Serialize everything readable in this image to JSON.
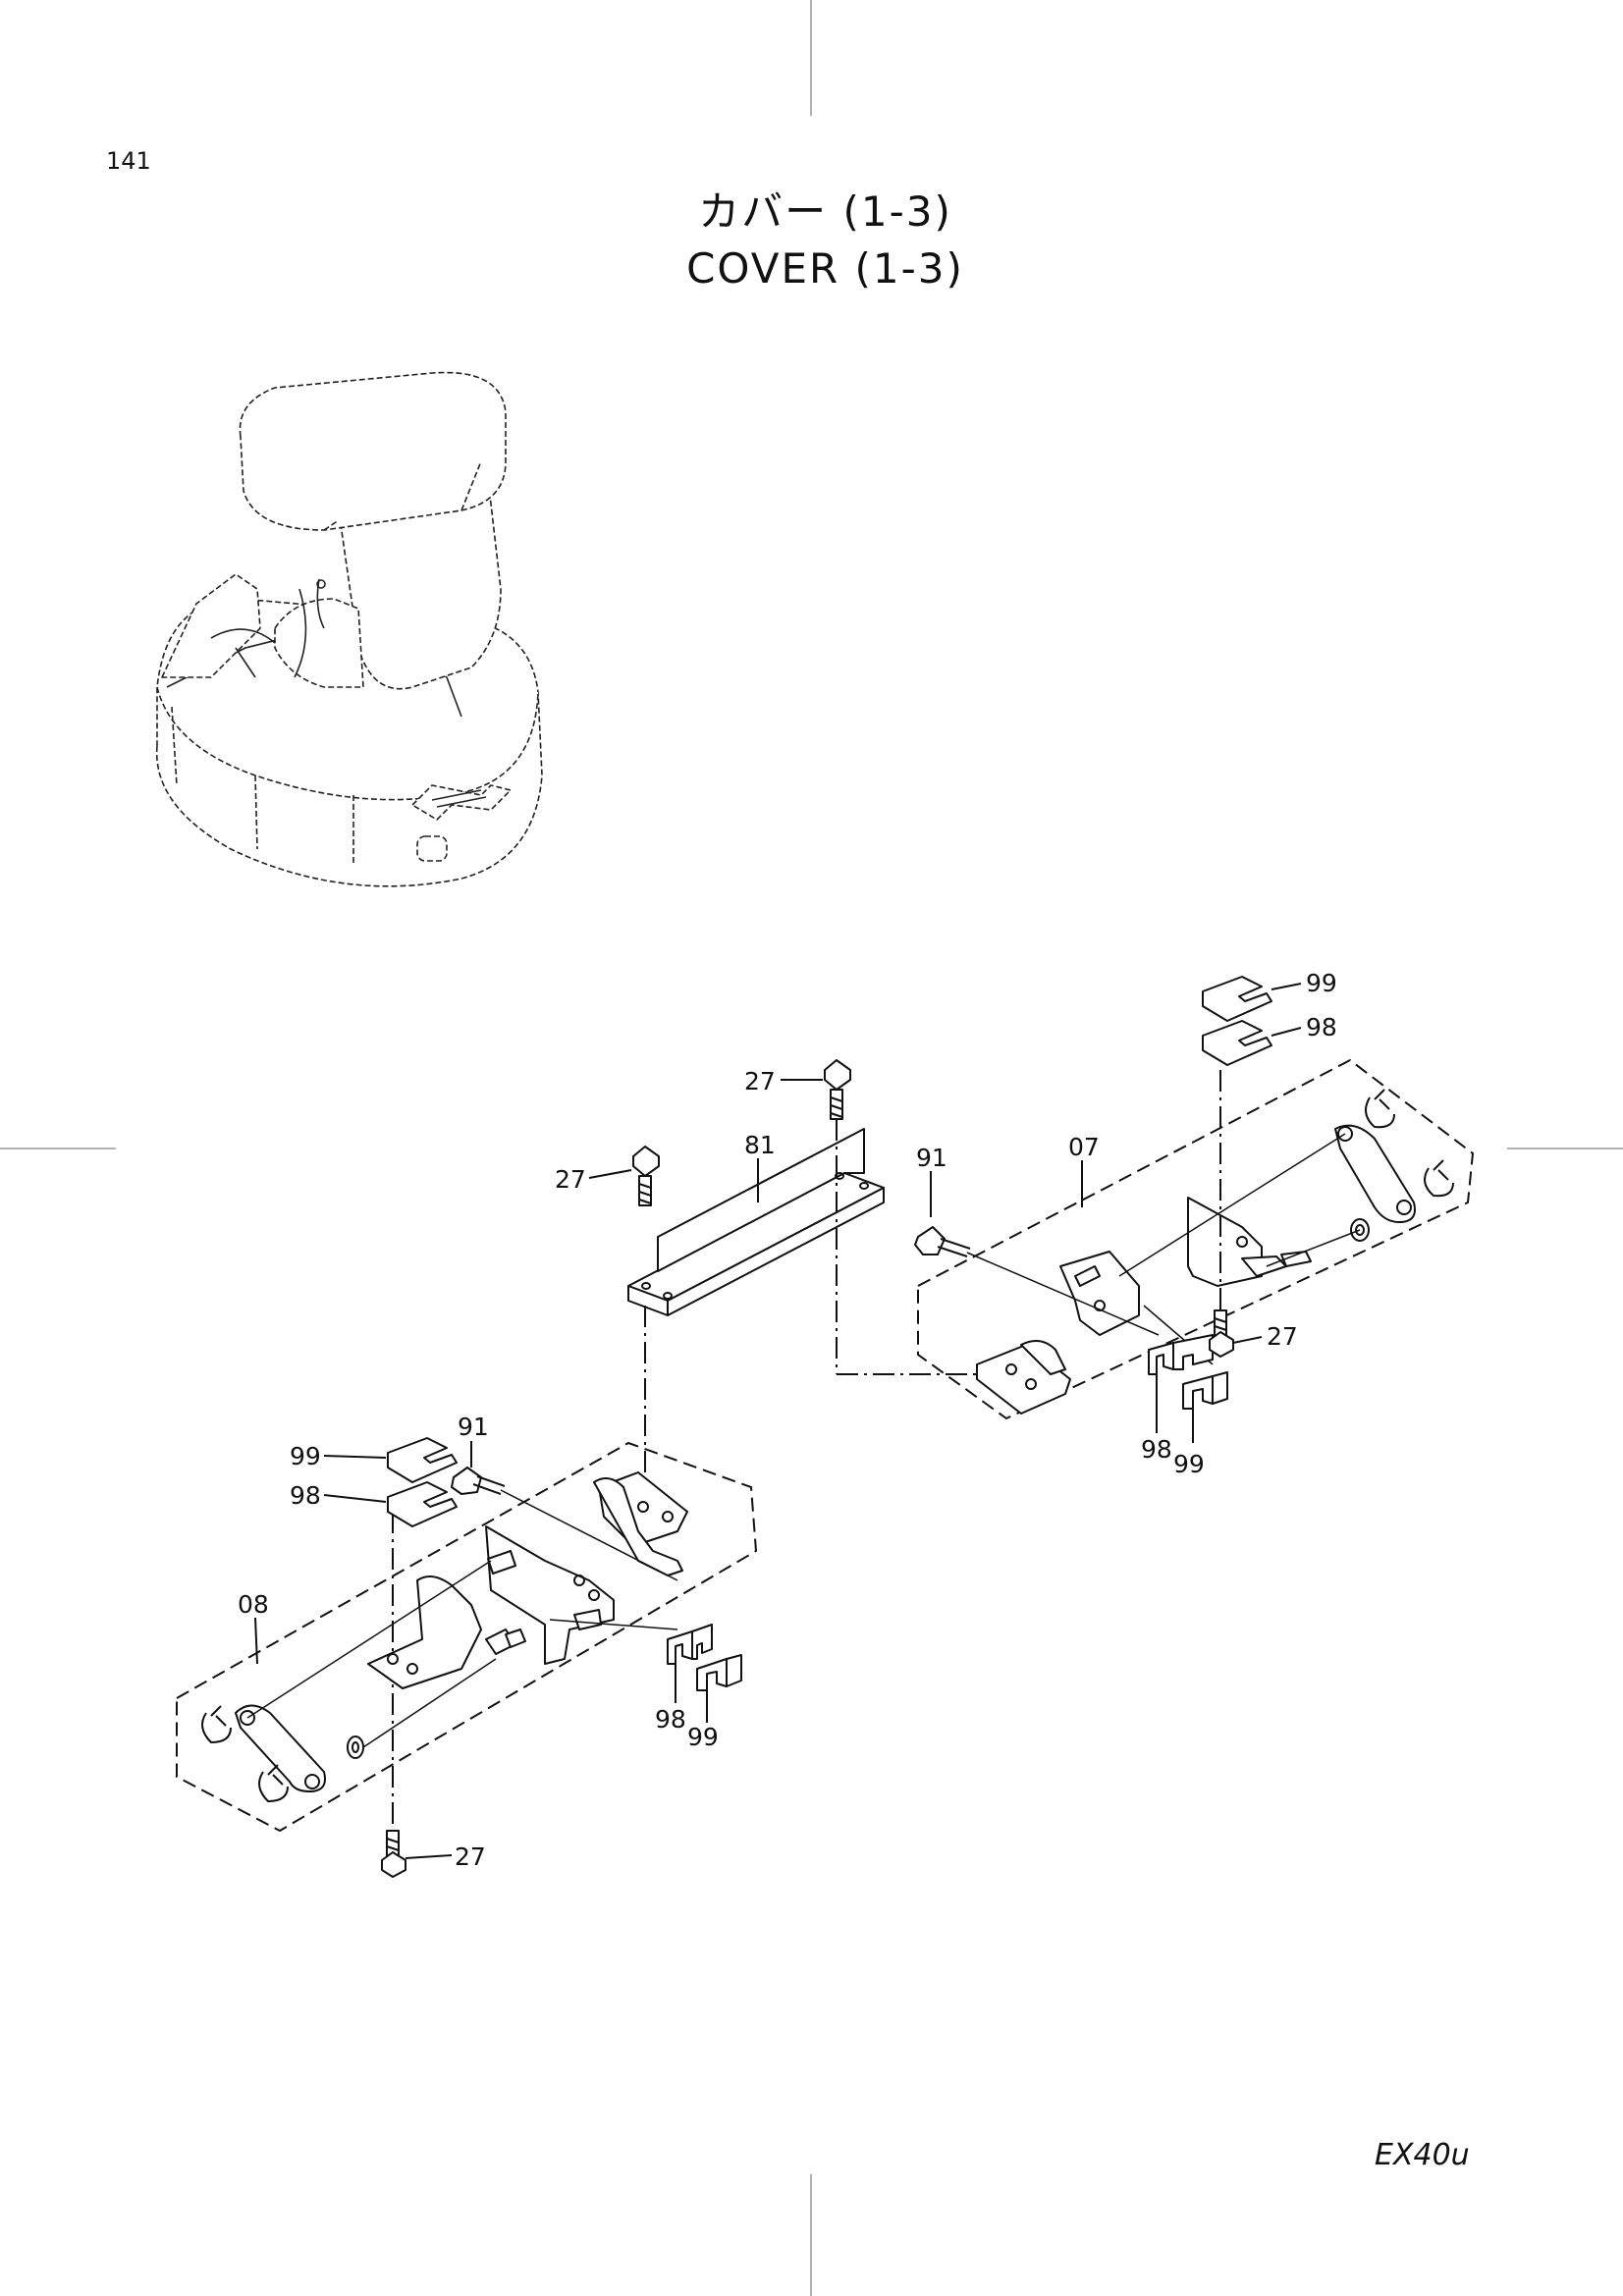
{
  "page_number": "141",
  "title_jp": "カバー (1-3)",
  "title_en": "COVER (1-3)",
  "model": "EX40u",
  "callouts": {
    "c27_top": "27",
    "c27_left": "27",
    "c81": "81",
    "c91_upper": "91",
    "c07": "07",
    "c99_top": "99",
    "c98_top": "98",
    "c27_right": "27",
    "c98_right": "98",
    "c99_right": "99",
    "c91_lower": "91",
    "c99_left": "99",
    "c98_left": "98",
    "c08": "08",
    "c98_bottom": "98",
    "c99_bottom": "99",
    "c27_bottom": "27"
  }
}
